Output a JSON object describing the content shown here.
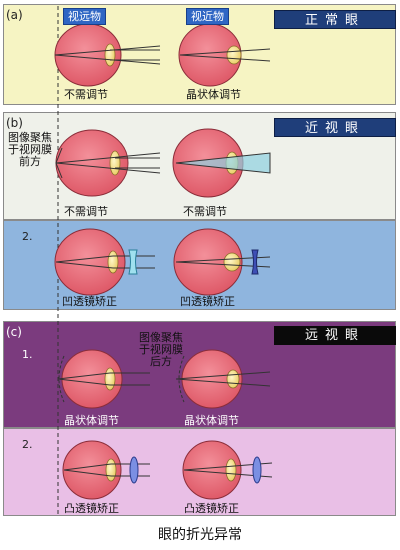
{
  "section_a": {
    "tag": "(a)",
    "header": "正常眼",
    "far_label": "视远物",
    "near_label": "视近物",
    "left_caption": "不需调节",
    "right_caption": "晶状体调节"
  },
  "section_b": {
    "tag": "(b)",
    "header": "近视眼",
    "note": "图像聚焦于视网膜前方",
    "left_caption": "不需调节",
    "right_caption": "不需调节",
    "sub2_number": "2.",
    "sub2_left_caption": "凹透镜矫正",
    "sub2_right_caption": "凹透镜矫正"
  },
  "section_c": {
    "tag": "(c)",
    "header": "远视眼",
    "sub1_number": "1.",
    "note": "图像聚焦于视网膜后方",
    "left_caption": "晶状体调节",
    "right_caption": "晶状体调节",
    "sub2_number": "2.",
    "sub2_left_caption": "凸透镜矫正",
    "sub2_right_caption": "凸透镜矫正"
  },
  "caption": "眼的折光异常",
  "colors": {
    "eye": "#e86672",
    "lens": "#f3e08a",
    "concave_lens": "#56b7c9",
    "concave_lens_dark": "#2f3f9c",
    "convex_lens": "#6f84d9"
  }
}
